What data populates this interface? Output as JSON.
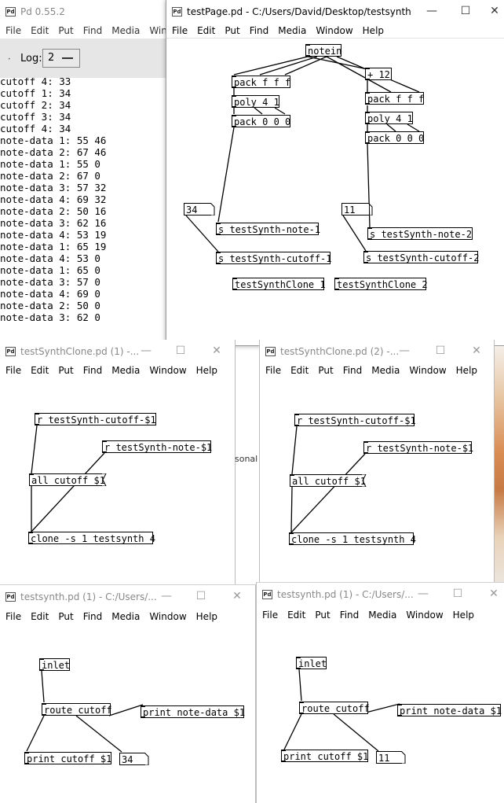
{
  "main_window": {
    "title": "Pd 0.55.2",
    "menu": [
      "File",
      "Edit",
      "Put",
      "Find",
      "Media",
      "Wind"
    ],
    "log_label": "Log:",
    "log_value": "2",
    "console_lines": [
      "cutoff 4: 33",
      "cutoff 1: 34",
      "cutoff 2: 34",
      "cutoff 3: 34",
      "cutoff 4: 34",
      "note-data 1: 55 46",
      "note-data 2: 67 46",
      "note-data 1: 55 0",
      "note-data 2: 67 0",
      "note-data 3: 57 32",
      "note-data 4: 69 32",
      "note-data 2: 50 16",
      "note-data 3: 62 16",
      "note-data 4: 53 19",
      "note-data 1: 65 19",
      "note-data 4: 53 0",
      "note-data 1: 65 0",
      "note-data 3: 57 0",
      "note-data 4: 69 0",
      "note-data 2: 50 0",
      "note-data 3: 62 0"
    ]
  },
  "testpage": {
    "title": "testPage.pd  - C:/Users/David/Desktop/testsynth",
    "menu": [
      "File",
      "Edit",
      "Put",
      "Find",
      "Media",
      "Window",
      "Help"
    ],
    "objects": {
      "notein": "notein",
      "pack_fff_1": "pack f f f",
      "plus12": "+ 12",
      "pack_fff_2": "pack f f f",
      "poly1": "poly 4 1",
      "poly2": "poly 4 1",
      "pack000_1": "pack 0 0 0",
      "pack000_2": "pack 0 0 0",
      "atom1": "34",
      "atom2": "11",
      "send_note1": "s testSynth-note-1",
      "send_note2": "s testSynth-note-2",
      "send_cut1": "s testSynth-cutoff-1",
      "send_cut2": "s testSynth-cutoff-2",
      "clone1": "testSynthClone 1",
      "clone2": "testSynthClone 2"
    }
  },
  "clone_win_1": {
    "title": "testSynthClone.pd  (1) -...",
    "menu": [
      "File",
      "Edit",
      "Put",
      "Find",
      "Media",
      "Window",
      "Help"
    ],
    "r_cutoff": "r testSynth-cutoff-$1",
    "r_note": "r testSynth-note-$1",
    "msg": "all cutoff $1",
    "clone": "clone -s 1 testsynth 4"
  },
  "clone_win_2": {
    "title": "testSynthClone.pd  (2) -...",
    "menu": [
      "File",
      "Edit",
      "Put",
      "Find",
      "Media",
      "Window",
      "Help"
    ],
    "r_cutoff": "r testSynth-cutoff-$1",
    "r_note": "r testSynth-note-$1",
    "msg": "all cutoff $1",
    "clone": "clone -s 1 testsynth 4"
  },
  "synth_win_1": {
    "title": "testsynth.pd  (1) - C:/Users/...",
    "menu": [
      "File",
      "Edit",
      "Put",
      "Find",
      "Media",
      "Window",
      "Help"
    ],
    "inlet": "inlet",
    "route": "route cutoff",
    "print_note": "print note-data $1",
    "print_cutoff": "print cutoff $1",
    "atom": "34"
  },
  "synth_win_2": {
    "title": "testsynth.pd  (1) - C:/Users/...",
    "menu": [
      "File",
      "Edit",
      "Put",
      "Find",
      "Media",
      "Window",
      "Help"
    ],
    "inlet": "inlet",
    "route": "route cutoff",
    "print_note": "print note-data $1",
    "print_cutoff": "print cutoff $1",
    "atom": "11"
  },
  "background_fragment": "sonal",
  "controls": {
    "minimize": "—",
    "maximize": "☐",
    "close": "✕"
  }
}
